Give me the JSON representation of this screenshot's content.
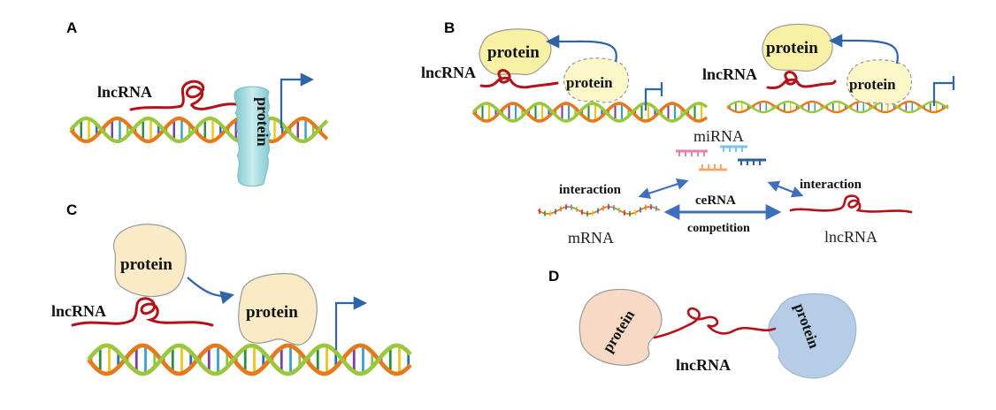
{
  "panels": {
    "a": {
      "letter": "A",
      "lncrna_label": "lncRNA",
      "protein_label": "protein"
    },
    "b": {
      "letter": "B",
      "left": {
        "lncrna_label": "lncRNA",
        "protein_top_label": "protein",
        "protein_dashed_label": "protein"
      },
      "right": {
        "lncrna_label": "lncRNA",
        "protein_top_label": "protein",
        "protein_dashed_label": "protein"
      },
      "mirna_label": "miRNA",
      "interaction_left": "interaction",
      "interaction_right": "interaction",
      "cerna_label": "ceRNA",
      "competition_label": "competition",
      "mrna_label": "mRNA",
      "lncrna_bottom_label": "lncRNA"
    },
    "c": {
      "letter": "C",
      "protein_top_label": "protein",
      "protein_bottom_label": "protein",
      "lncrna_label": "lncRNA"
    },
    "d": {
      "letter": "D",
      "protein_left_label": "protein",
      "protein_right_label": "protein",
      "lncrna_label": "lncRNA"
    }
  },
  "colors": {
    "lncrna_red": "#b3121b",
    "arrow_blue": "#2f64a8",
    "cerna_arrow": "#3f6fbf",
    "protein_yellow": "#f8f0a4",
    "protein_dashed": "#fbf7c8",
    "protein_beige": "#faebc6",
    "protein_pink": "#f7d9c6",
    "protein_blue": "#b6cde7",
    "protein_cyan": "#a7dbe0"
  }
}
